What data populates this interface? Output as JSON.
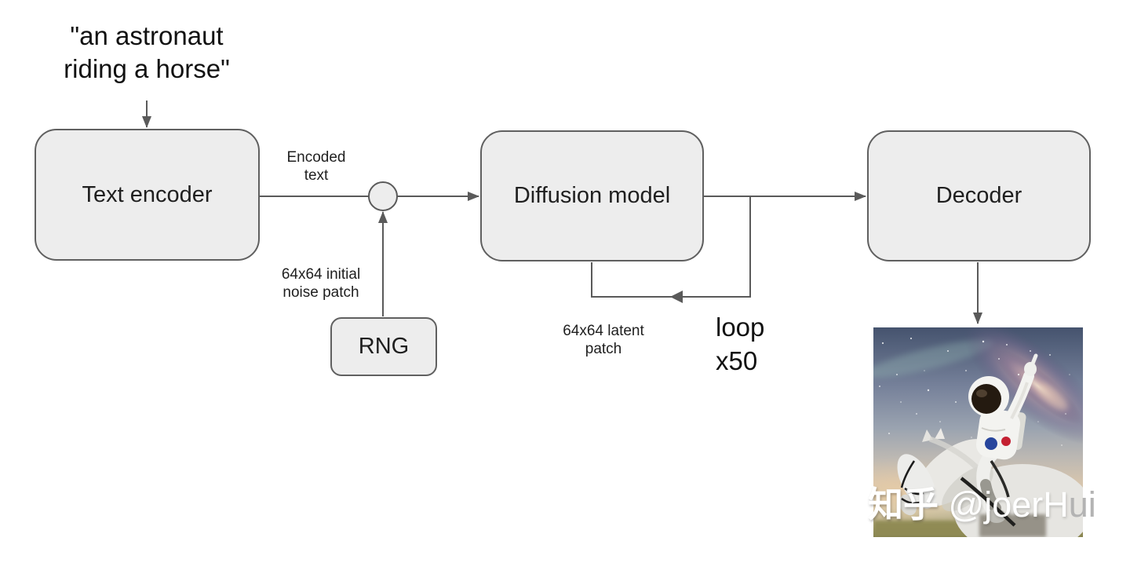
{
  "diagram": {
    "prompt": {
      "line1": "\"an astronaut",
      "line2": "riding a horse\""
    },
    "nodes": {
      "text_encoder": "Text encoder",
      "diffusion_model": "Diffusion model",
      "decoder": "Decoder",
      "rng": "RNG"
    },
    "labels": {
      "encoded_text": {
        "line1": "Encoded",
        "line2": "text"
      },
      "initial_noise": {
        "line1": "64x64 initial",
        "line2": "noise patch"
      },
      "latent_patch": {
        "line1": "64x64 latent",
        "line2": "patch"
      },
      "loop": {
        "line1": "loop",
        "line2": "x50"
      }
    },
    "colors": {
      "box_fill": "#ededed",
      "box_border": "#606060",
      "connector": "#5a5a5a",
      "text": "#1f1f1f"
    }
  },
  "watermark": {
    "logo": "知乎",
    "handle": " @joerH",
    "overflow": "ui"
  },
  "output_image": {
    "description": "astronaut riding a white horse under a starry sky with milky way"
  }
}
